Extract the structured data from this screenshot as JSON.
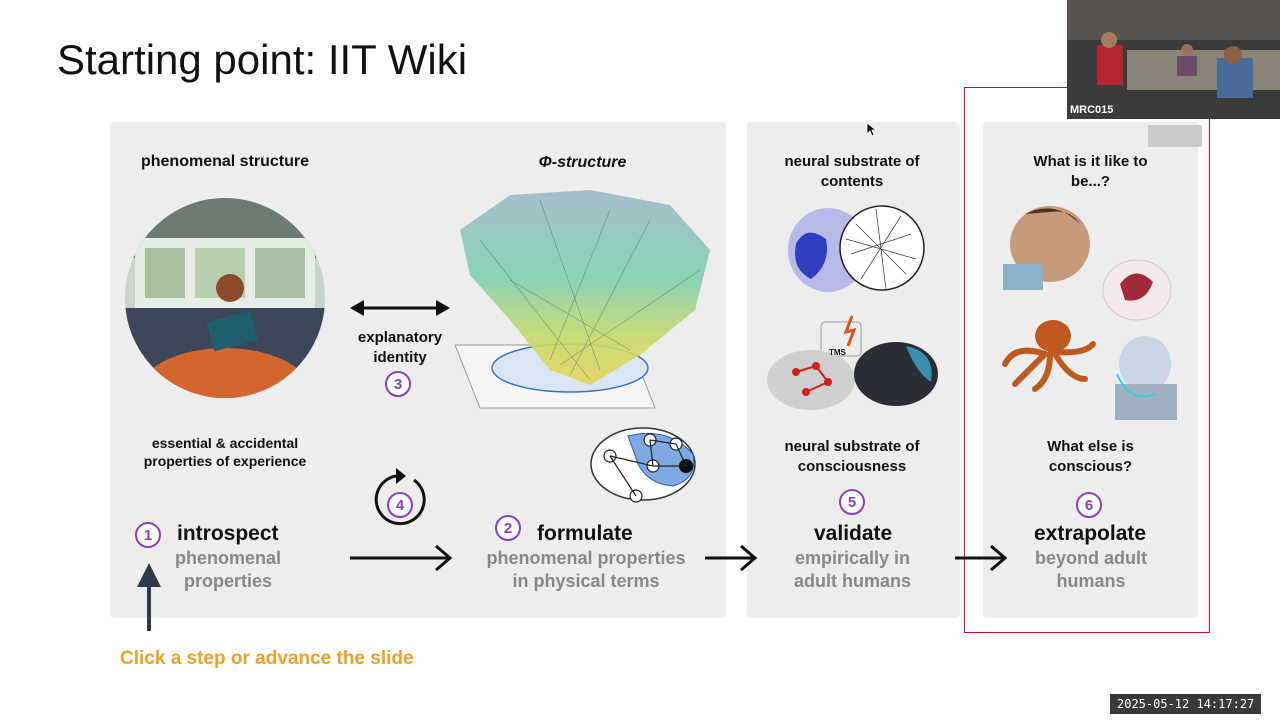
{
  "slide": {
    "title": "Starting point: IIT Wiki",
    "panels": {
      "p1": {
        "heading": "phenomenal structure",
        "caption": "essential & accidental properties of experience",
        "step_num": "1",
        "step": "introspect",
        "desc": "phenomenal properties"
      },
      "identity": {
        "label": "explanatory identity",
        "num": "3",
        "cycle_num": "4"
      },
      "p2": {
        "heading": "Φ-structure",
        "step_num": "2",
        "step": "formulate",
        "desc": "phenomenal properties in physical terms"
      },
      "p3": {
        "heading": "neural substrate of contents",
        "caption": "neural substrate of consciousness",
        "tms": "TMS",
        "step_num": "5",
        "step": "validate",
        "desc": "empirically in adult humans"
      },
      "p4": {
        "heading": "What is it like to be...?",
        "caption": "What else is conscious?",
        "step_num": "6",
        "step": "extrapolate",
        "desc": "beyond adult humans"
      }
    },
    "hint": "Click a step or advance the slide"
  },
  "video": {
    "label": "MRC015"
  },
  "timestamp": "2025-05-12  14:17:27",
  "colors": {
    "accent_purple": "#8a3fbf",
    "hint_orange": "#f0a125",
    "highlight_red": "#c8102e",
    "panel_gray": "#ededed"
  }
}
